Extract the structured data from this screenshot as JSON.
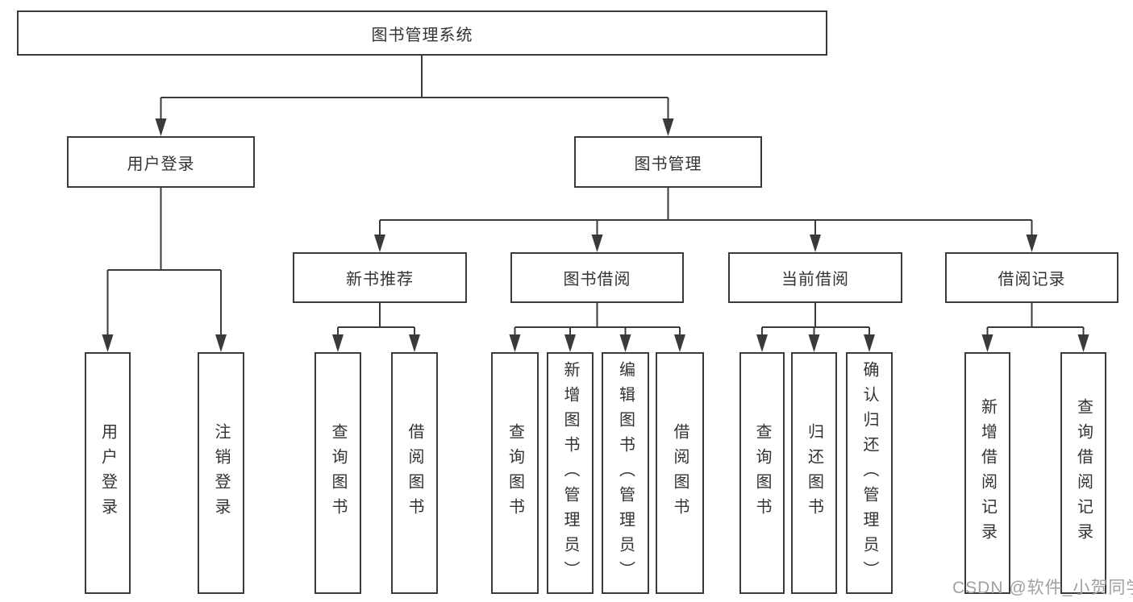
{
  "colors": {
    "line": "#3a3a3a",
    "node_border": "#3a3a3a",
    "node_text": "#333333",
    "background": "#ffffff",
    "watermark": "#a0a0a0"
  },
  "watermark": "CSDN @软件_小贺同学",
  "nodes": {
    "root": "图书管理系统",
    "user_login": "用户登录",
    "book_mgmt": "图书管理",
    "new_book_rec": "新书推荐",
    "book_borrow": "图书借阅",
    "current_borrow": "当前借阅",
    "borrow_records": "借阅记录",
    "ul_login": "用户登录",
    "ul_logout": "注销登录",
    "nb_query": "查询图书",
    "nb_borrow": "借阅图书",
    "bb_query": "查询图书",
    "bb_add": "新增图书（管理员）",
    "bb_edit": "编辑图书（管理员）",
    "bb_borrow": "借阅图书",
    "cb_query": "查询图书",
    "cb_return": "归还图书",
    "cb_confirm": "确认归还（管理员）",
    "br_add": "新增借阅记录",
    "br_query": "查询借阅记录"
  },
  "edges": [
    [
      "root",
      "user_login"
    ],
    [
      "root",
      "book_mgmt"
    ],
    [
      "user_login",
      "ul_login"
    ],
    [
      "user_login",
      "ul_logout"
    ],
    [
      "book_mgmt",
      "new_book_rec"
    ],
    [
      "book_mgmt",
      "book_borrow"
    ],
    [
      "book_mgmt",
      "current_borrow"
    ],
    [
      "book_mgmt",
      "borrow_records"
    ],
    [
      "new_book_rec",
      "nb_query"
    ],
    [
      "new_book_rec",
      "nb_borrow"
    ],
    [
      "book_borrow",
      "bb_query"
    ],
    [
      "book_borrow",
      "bb_add"
    ],
    [
      "book_borrow",
      "bb_edit"
    ],
    [
      "book_borrow",
      "bb_borrow"
    ],
    [
      "current_borrow",
      "cb_query"
    ],
    [
      "current_borrow",
      "cb_return"
    ],
    [
      "current_borrow",
      "cb_confirm"
    ],
    [
      "borrow_records",
      "br_add"
    ],
    [
      "borrow_records",
      "br_query"
    ]
  ]
}
